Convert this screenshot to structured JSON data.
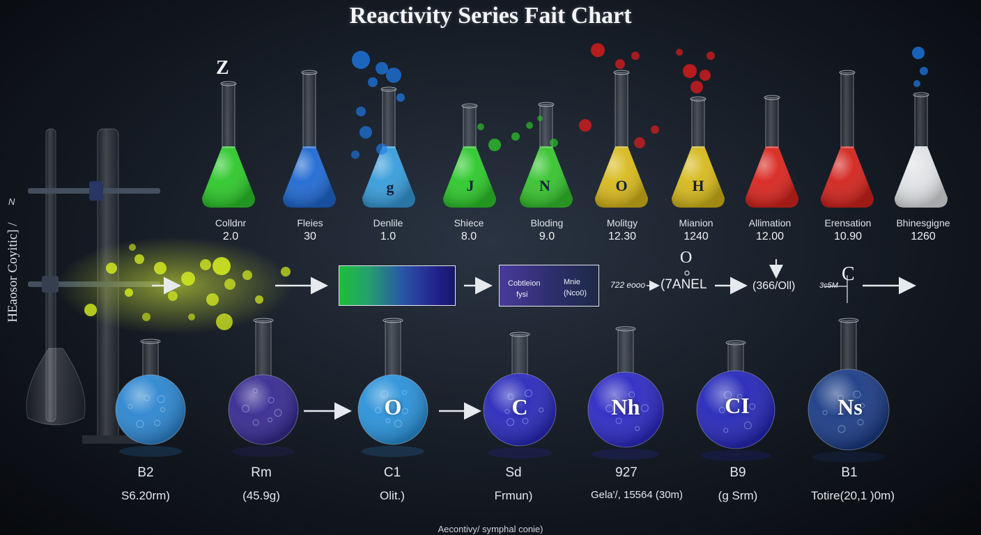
{
  "title": "Reactivity Series Fait Chart",
  "side_label": "HEaosor Coyitic] /",
  "side_mark": "N",
  "corner_letter": "Z",
  "top_flasks": [
    {
      "label": "Colldnr",
      "value": "2.0",
      "letter": "",
      "color": "#2fd62a"
    },
    {
      "label": "Fleies",
      "value": "30",
      "letter": "",
      "color": "#1f6fe0"
    },
    {
      "label": "Denlile",
      "value": "1.0",
      "letter": "g",
      "color": "#3aa6e8"
    },
    {
      "label": "Shiece",
      "value": "8.0",
      "letter": "J",
      "color": "#2fd62a"
    },
    {
      "label": "Bloding",
      "value": "9.0",
      "letter": "N",
      "color": "#37d02c"
    },
    {
      "label": "Molitgy",
      "value": "12.30",
      "letter": "O",
      "color": "#e8c51a"
    },
    {
      "label": "Mianion",
      "value": "1240",
      "letter": "H",
      "color": "#e6c51a"
    },
    {
      "label": "Allimation",
      "value": "12.00",
      "letter": "",
      "color": "#e8261c"
    },
    {
      "label": "Erensation",
      "value": "10.90",
      "letter": "",
      "color": "#e3241c"
    },
    {
      "label": "Bhinesgigne",
      "value": "1260",
      "letter": "",
      "color": "#f2f4f6"
    }
  ],
  "middle_row": {
    "info_box": {
      "left_top": "Cobtleion",
      "left_bottom": "fysi",
      "right_top": "Mnie",
      "right_bottom": "(Nco0)"
    },
    "flow_label_1": "722 eooo",
    "flow_label_2": "(7ANEL",
    "flow_label_3": "(366/Oll)",
    "flow_label_4": "3c5M",
    "o_symbol": "O",
    "c_symbol": "C"
  },
  "bottom_flasks": [
    {
      "symbol": "",
      "label": "B2",
      "value": "S6.20rm)",
      "color": "#2f8fe0"
    },
    {
      "symbol": "",
      "label": "Rm",
      "value": "(45.9g)",
      "color": "#3a2a9a"
    },
    {
      "symbol": "O",
      "label": "C1",
      "value": "Olit.)",
      "color": "#2b9be8"
    },
    {
      "symbol": "C",
      "label": "Sd",
      "value": "Frmun)",
      "color": "#2a2ac8"
    },
    {
      "symbol": "Nh",
      "label": "927",
      "value": "Gela'/, 15564 (30m)",
      "color": "#2f2ad0"
    },
    {
      "symbol": "CI",
      "label": "B9",
      "value": "(g Srm)",
      "color": "#2628c4"
    },
    {
      "symbol": "Ns",
      "label": "B1",
      "value": "Totire(20,1 )0m)",
      "color": "#1c3f8e"
    }
  ],
  "footer": "Aecontivy/ symphal conie)"
}
